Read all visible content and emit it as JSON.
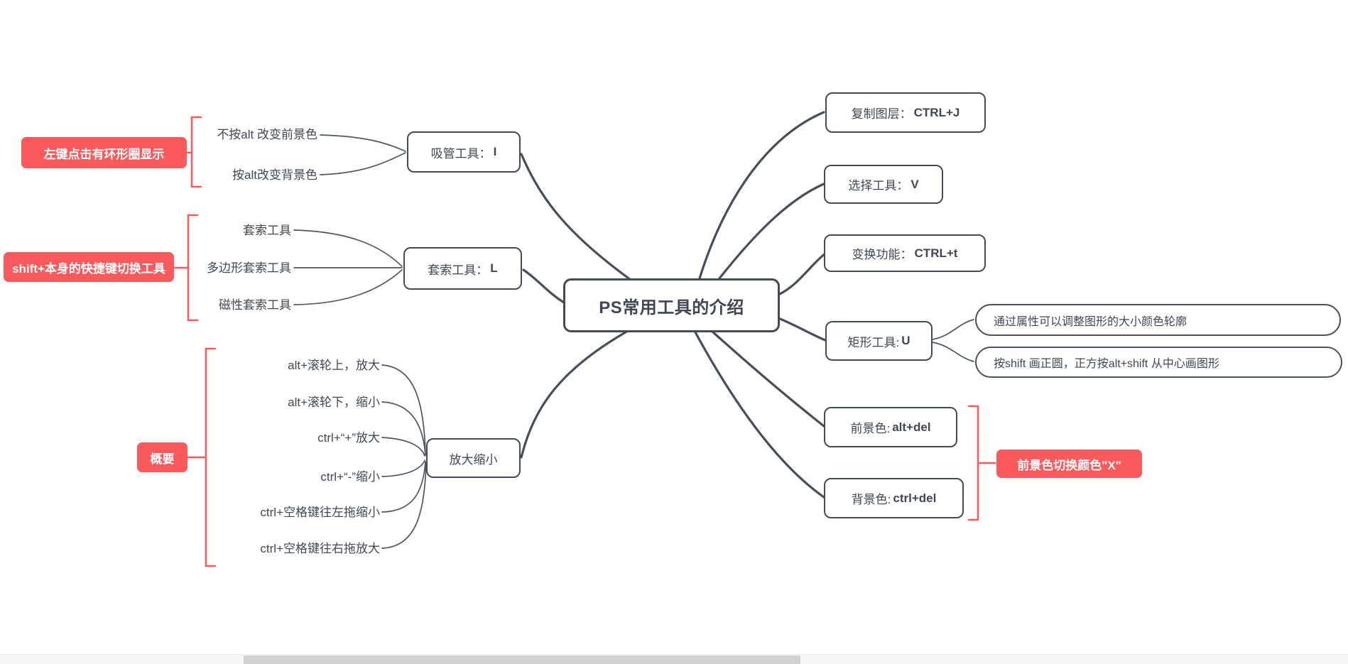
{
  "app": {
    "type": "mindmap",
    "accent_red": "#fa5a5c",
    "node_color": "#3e4753"
  },
  "central": {
    "text": "PS常用工具的介绍"
  },
  "left_branches": {
    "xiguan": {
      "label": "吸管工具：",
      "key": "I",
      "children": [
        "不按alt 改变前景色",
        "按alt改变背景色"
      ],
      "callout": "左键点击有环形圈显示"
    },
    "taosuo": {
      "label": "套索工具：",
      "key": "L",
      "children": [
        "套索工具",
        "多边形套索工具",
        "磁性套索工具"
      ],
      "callout": "shift+本身的快捷键切换工具"
    },
    "fangda": {
      "label": "放大缩小",
      "key": "",
      "children": [
        "alt+滚轮上，放大",
        "alt+滚轮下，缩小",
        "ctrl+“+”放大",
        "ctrl+“-”缩小",
        "ctrl+空格键往左拖缩小",
        "ctrl+空格键往右拖放大"
      ],
      "callout": "概要"
    }
  },
  "right_branches": {
    "fuzhi": {
      "label": "复制图层：",
      "key": "CTRL+J"
    },
    "xuanze": {
      "label": "选择工具：",
      "key": "V"
    },
    "bianhuan": {
      "label": "变换功能：",
      "key": "CTRL+t"
    },
    "juxing": {
      "label": "矩形工具:",
      "key": "U",
      "children": [
        "通过属性可以调整图形的大小颜色轮廓",
        "按shift 画正圆，正方按alt+shift 从中心画图形"
      ]
    },
    "qianjing": {
      "label": "前景色:",
      "key": "alt+del"
    },
    "beijing": {
      "label": "背景色:",
      "key": "ctrl+del"
    },
    "color_callout": "前景色切换颜色\"X\""
  }
}
